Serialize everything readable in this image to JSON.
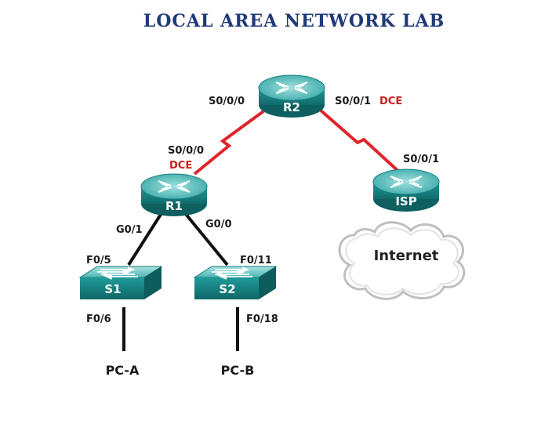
{
  "title": "LOCAL AREA NETWORK LAB",
  "colors": {
    "title": "#1f3a7a",
    "serial_link": "#e0242c",
    "ethernet_link": "#111111",
    "device_teal": "#1b8f8f",
    "device_light": "#7fd0cf",
    "dce": "#cc1f1f"
  },
  "devices": {
    "r2": {
      "label": "R2",
      "icon": "router-icon"
    },
    "r1": {
      "label": "R1",
      "icon": "router-icon"
    },
    "isp": {
      "label": "ISP",
      "icon": "router-icon"
    },
    "s1": {
      "label": "S1",
      "icon": "switch-icon"
    },
    "s2": {
      "label": "S2",
      "icon": "switch-icon"
    },
    "pca": {
      "label": "PC-A",
      "icon": "pc-icon"
    },
    "pcb": {
      "label": "PC-B",
      "icon": "pc-icon"
    }
  },
  "cloud": {
    "label": "Internet",
    "icon": "cloud-icon"
  },
  "ports": {
    "r2_s000": "S0/0/0",
    "r2_s001": "S0/0/1",
    "r1_s000": "S0/0/0",
    "isp_s001": "S0/0/1",
    "r1_g01": "G0/1",
    "r1_g00": "G0/0",
    "s1_f05": "F0/5",
    "s2_f011": "F0/11",
    "s1_f06": "F0/6",
    "s2_f018": "F0/18"
  },
  "dce": {
    "r2": "DCE",
    "r1": "DCE"
  }
}
